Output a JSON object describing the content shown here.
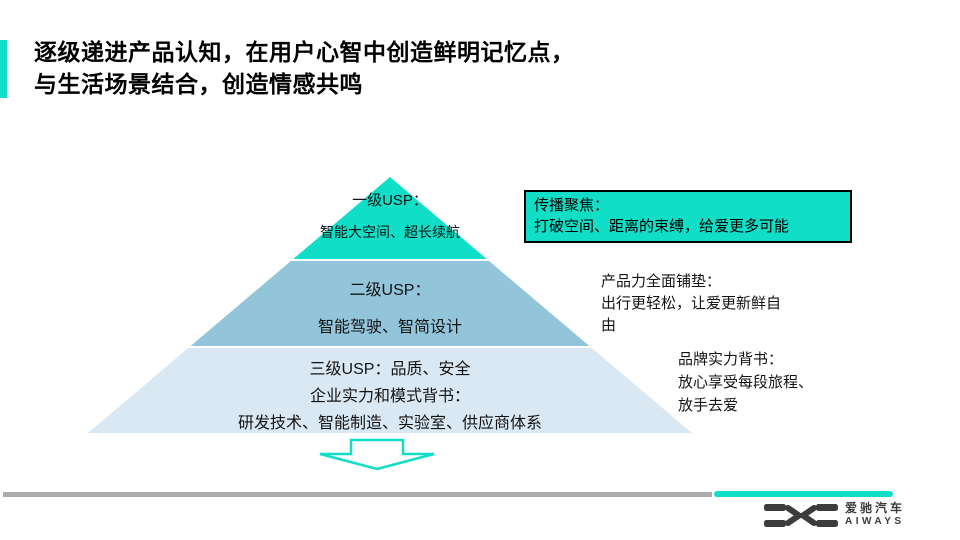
{
  "colors": {
    "teal": "#10DEC6",
    "mid_blue": "#92C5DA",
    "light_blue": "#D9E8F3",
    "gray_rule": "#ACACAC",
    "logo_gray": "#3C3C3C"
  },
  "header": {
    "title_lines": [
      "逐级递进产品认知，在用户心智中创造鲜明记忆点，",
      "与生活场景结合，创造情感共鸣"
    ]
  },
  "pyramid": {
    "levels": [
      {
        "title": "一级USP：",
        "subtitle": "智能大空间、超长续航",
        "color": "#10DEC6"
      },
      {
        "title": "二级USP：",
        "subtitle": "智能驾驶、智简设计",
        "color": "#92C5DA"
      },
      {
        "line1": "三级USP：品质、安全",
        "line2": "企业实力和模式背书：",
        "line3": "研发技术、智能制造、实验室、供应商体系",
        "color": "#D9E8F3"
      }
    ]
  },
  "annotations": {
    "focus_box": {
      "lines": [
        "传播聚焦：",
        "打破空间、距离的束缚，给爱更多可能"
      ]
    },
    "product": {
      "lines": [
        "产品力全面铺垫：",
        "出行更轻松，让爱更新鲜自",
        "由"
      ]
    },
    "brand": {
      "lines": [
        "品牌实力背书：",
        "放心享受每段旅程、",
        "放手去爱"
      ]
    }
  },
  "footer": {
    "logo_cn": "爱驰汽车",
    "logo_en": "AIWAYS"
  }
}
